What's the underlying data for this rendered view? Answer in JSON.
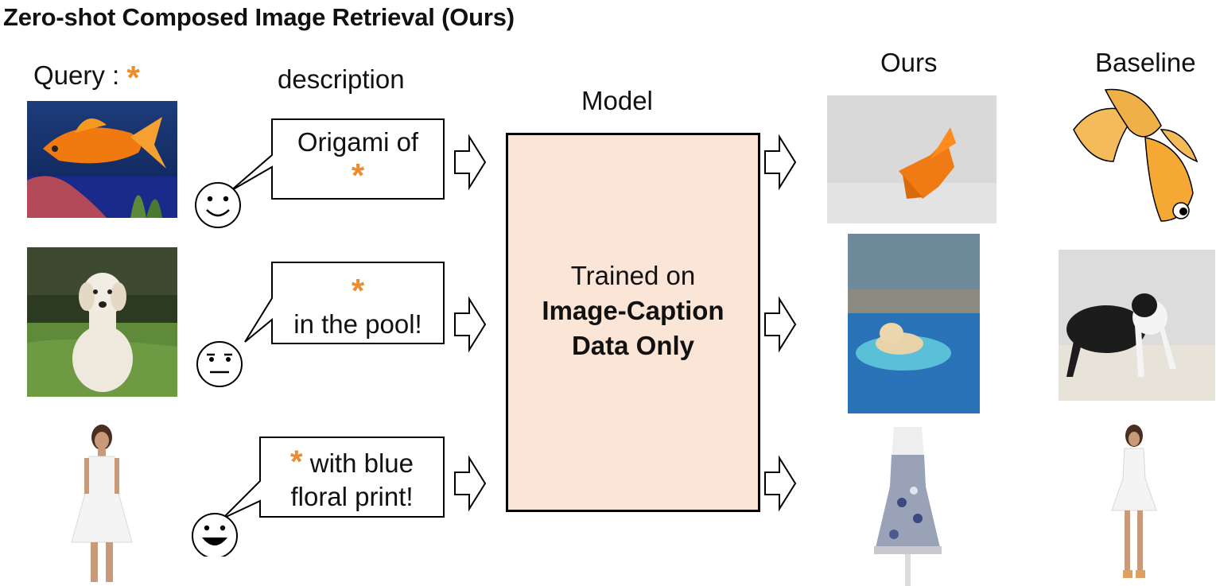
{
  "title": "Zero-shot Composed Image Retrieval (Ours)",
  "headers": {
    "query_label": "Query :",
    "query_star": "*",
    "description": "description",
    "model": "Model",
    "ours": "Ours",
    "baseline": "Baseline"
  },
  "rows": [
    {
      "query_image": "goldfish photo",
      "text_line1": "Origami of",
      "text_line2": "*",
      "face": "smiling-face",
      "ours_image": "orange origami goldfish",
      "baseline_image": "cartoon goldfish drawing"
    },
    {
      "query_image": "golden retriever sitting",
      "text_line1": "*",
      "text_line2": "in the pool!",
      "face": "neutral-face",
      "ours_image": "dog on pool float",
      "baseline_image": "australian shepherd on beach"
    },
    {
      "query_image": "woman in white dress",
      "text_line1": "* with blue",
      "text_line2": "floral print!",
      "face": "grinning-face",
      "ours_image": "floral dress on mannequin",
      "baseline_image": "woman in white dress"
    }
  ],
  "model": {
    "line1": "Trained on",
    "line2": "Image-Caption",
    "line3": "Data Only",
    "fill_color": "#fbe5d6"
  },
  "colors": {
    "star": "#ec8b2f",
    "box_fill": "#fbe5d6"
  }
}
